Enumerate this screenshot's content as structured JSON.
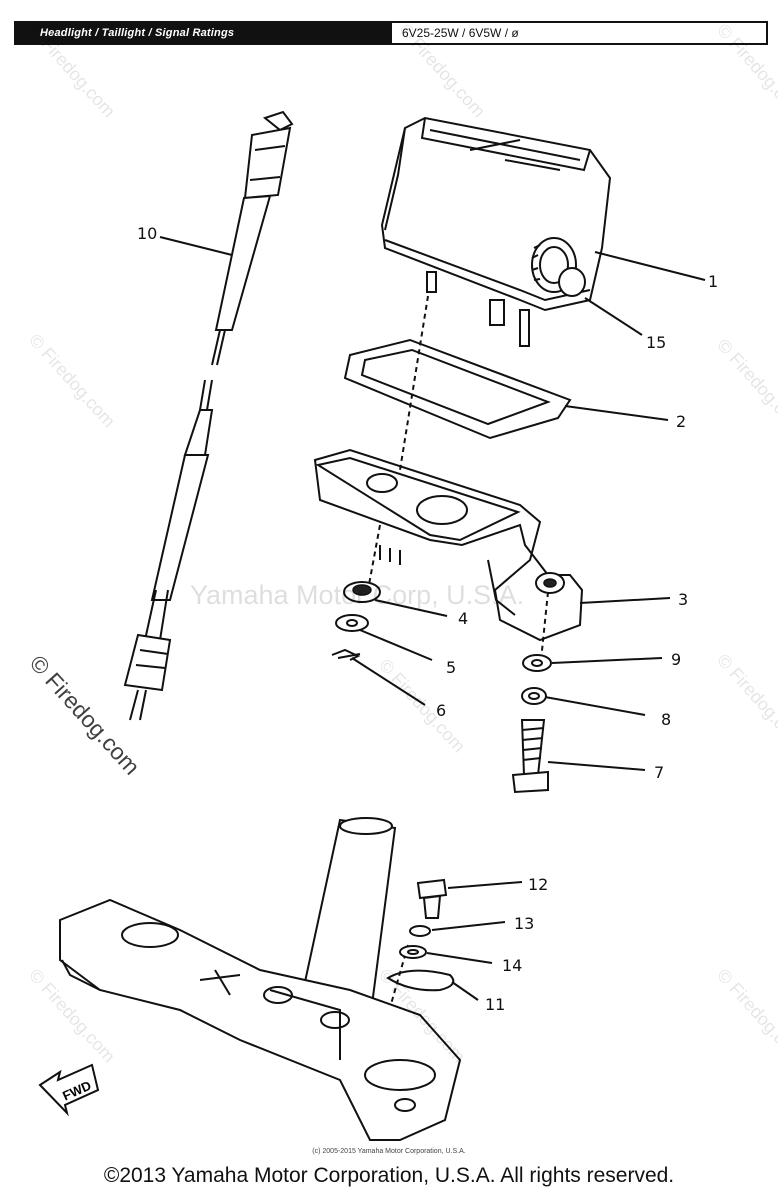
{
  "header": {
    "title": "Headlight / Taillight / Signal Ratings",
    "ratings": "6V25-25W / 6V5W / ø"
  },
  "callouts": [
    "1",
    "15",
    "2",
    "3",
    "4",
    "9",
    "5",
    "8",
    "6",
    "7",
    "10",
    "12",
    "13",
    "14",
    "11"
  ],
  "watermark": {
    "side": "© Firedog.com",
    "center": "Yamaha Motor Corp, U.S.A."
  },
  "fwd_label": "FWD",
  "copyright_small": "(c) 2005-2015 Yamaha Motor Corporation, U.S.A.",
  "footer": "©2013 Yamaha Motor Corporation, U.S.A. All rights reserved."
}
